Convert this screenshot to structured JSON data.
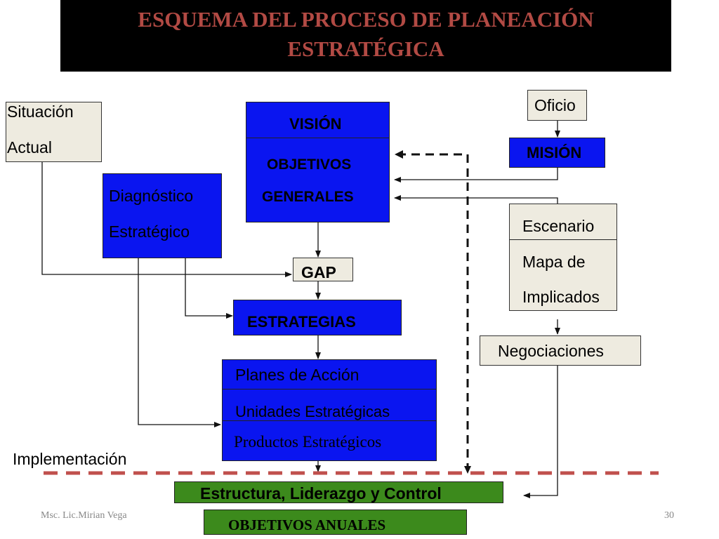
{
  "title": {
    "line1": "ESQUEMA DEL PROCESO DE PLANEACIÓN",
    "line2": "ESTRATÉGICA"
  },
  "boxes": {
    "situacion": {
      "line1": "Situación",
      "line2": "Actual"
    },
    "diagnostico": {
      "line1": "Diagnóstico",
      "line2": "Estratégico"
    },
    "vision": {
      "top": "VISIÓN",
      "line1": "OBJETIVOS",
      "line2": "GENERALES"
    },
    "oficio": "Oficio",
    "mision": "MISIÓN",
    "escenario": {
      "top": "Escenario",
      "line1": "Mapa de",
      "line2": "Implicados"
    },
    "gap": "GAP",
    "estrategias": "ESTRATEGIAS",
    "negociaciones": "Negociaciones",
    "planes": {
      "line1": "Planes de Acción",
      "line2": "Unidades Estratégicas",
      "line3": "Productos  Estratégicos"
    },
    "estructura": "Estructura, Liderazgo y Control",
    "objetivos_anuales": "OBJETIVOS ANUALES"
  },
  "labels": {
    "implementacion": "Implementación"
  },
  "footer": {
    "author": "Msc. Lic.Mirian Vega",
    "page": "30"
  },
  "colors": {
    "title_text": "#b24a44",
    "blue_box": "#0a15f0",
    "cream_box": "#eeebe0",
    "green_box": "#3c8a1c",
    "implementation_line": "#c0504d"
  }
}
